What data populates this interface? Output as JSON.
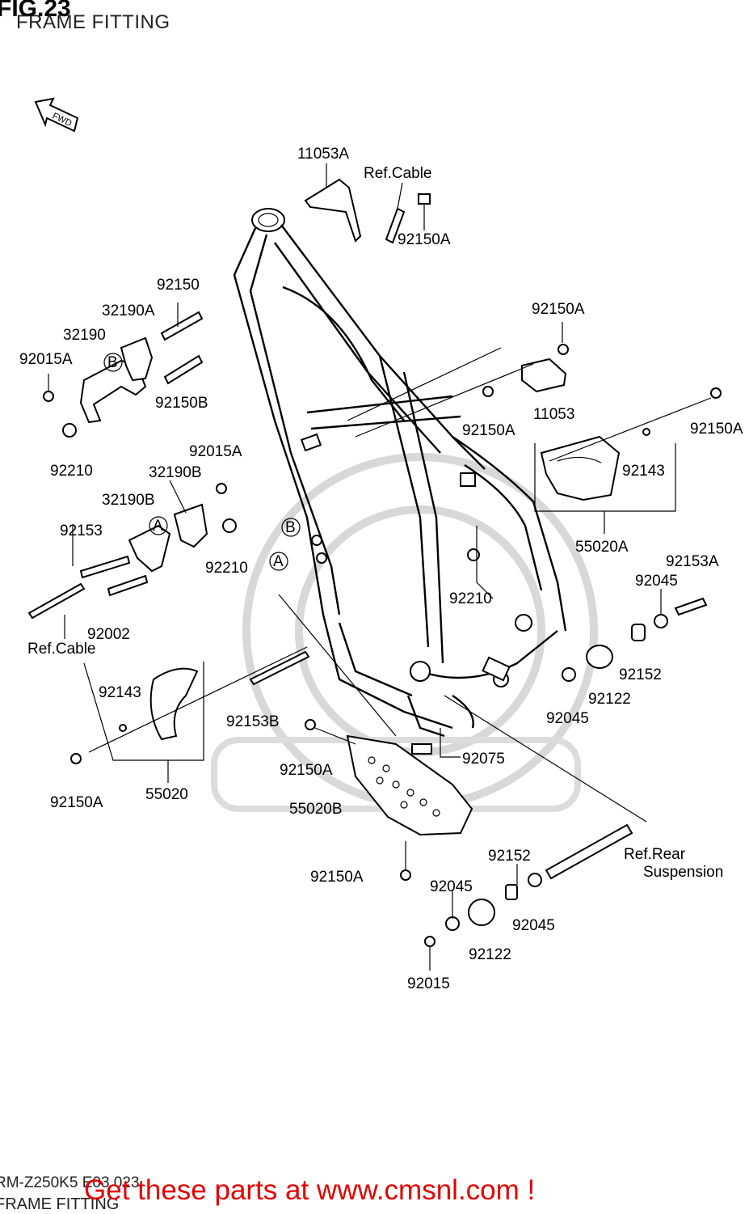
{
  "header": {
    "figure": "FIG.23",
    "title": "FRAME FITTING"
  },
  "forward_marker": "FWD",
  "callouts": {
    "a": "A",
    "b": "B"
  },
  "labels": {
    "p11053a": "11053A",
    "ref_cable_top": "Ref.Cable",
    "p92150a_top": "92150A",
    "p92150_left": "92150",
    "p32190a": "32190A",
    "p32190": "32190",
    "p92015a_left": "92015A",
    "p92150b": "92150B",
    "p92210_left": "92210",
    "p92015a_mid": "92015A",
    "p32190b_upper": "32190B",
    "p32190b_lower": "32190B",
    "p92153": "92153",
    "p92210_mid": "92210",
    "p92002": "92002",
    "ref_cable_left": "Ref.Cable",
    "p92150a_right_up": "92150A",
    "p92150a_center": "92150A",
    "p11053": "11053",
    "p92150a_far_right": "92150A",
    "p92143_right": "92143",
    "p55020a": "55020A",
    "p92153a": "92153A",
    "p92045_right": "92045",
    "p92210_right": "92210",
    "p92152_right": "92152",
    "p92122_right": "92122",
    "p92045_mid": "92045",
    "p92143_left": "92143",
    "p92153b": "92153B",
    "p92150a_low": "92150A",
    "p92075": "92075",
    "p92150a_bottom_left": "92150A",
    "p55020": "55020",
    "p55020b": "55020B",
    "p92152_low": "92152",
    "ref_rear_1": "Ref.Rear",
    "ref_rear_2": "Suspension",
    "p92150a_bottom": "92150A",
    "p92045_low_left": "92045",
    "p92045_low_right": "92045",
    "p92122_low": "92122",
    "p92015": "92015"
  },
  "footer": {
    "code": "RM-Z250K5 E03 023",
    "name": "FRAME FITTING",
    "promo": "Get these parts at www.cmsnl.com !",
    "promo_color": "#e00000"
  }
}
